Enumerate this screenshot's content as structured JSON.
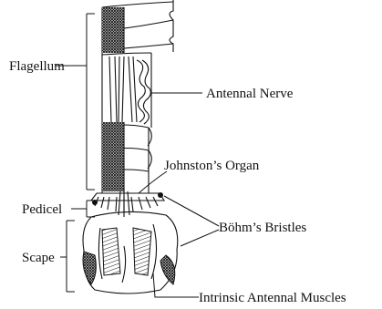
{
  "colors": {
    "ink": "#111111",
    "background": "#ffffff",
    "dark": "#1a1a1a"
  },
  "labels": {
    "flagellum": "Flagellum",
    "antennal_nerve": "Antennal Nerve",
    "johnstons_organ": "Johnston’s Organ",
    "pedicel": "Pedicel",
    "bohms_bristles": "Böhm’s Bristles",
    "scape": "Scape",
    "intrinsic_muscles": "Intrinsic Antennal Muscles"
  }
}
